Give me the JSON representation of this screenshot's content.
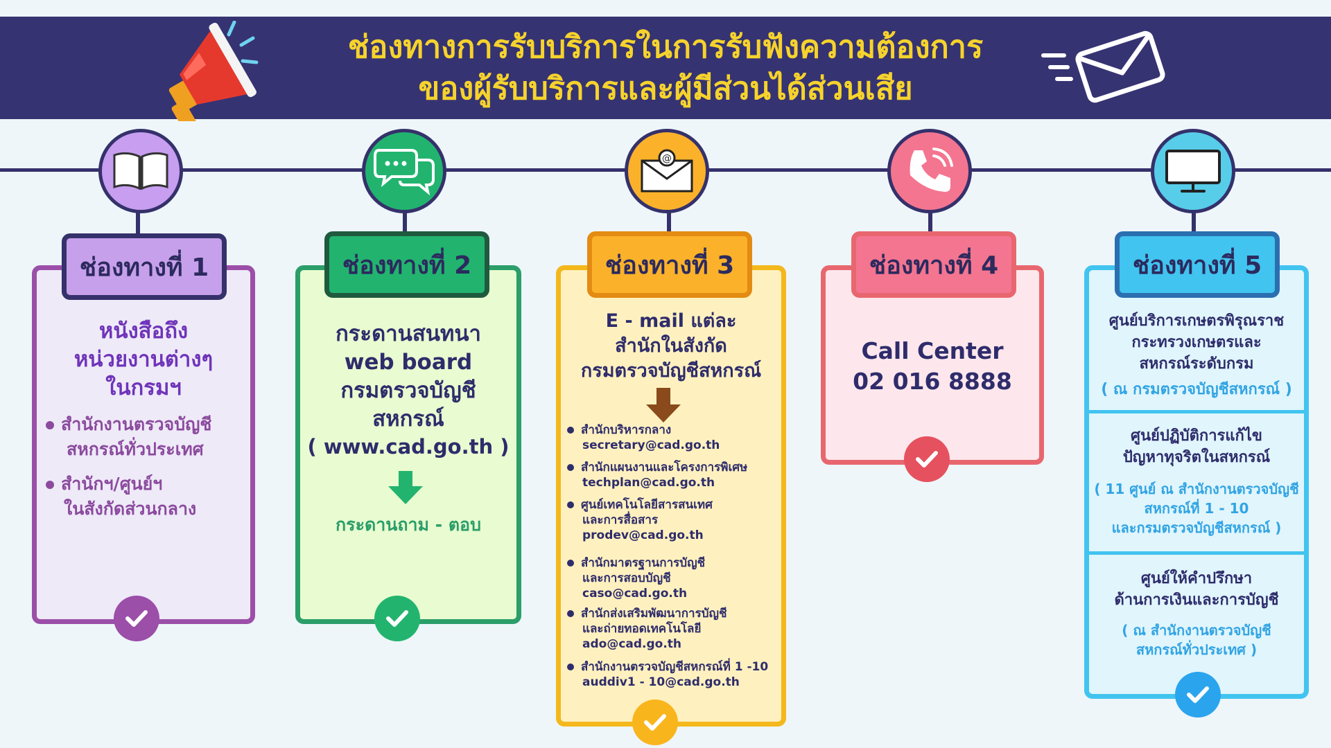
{
  "header": {
    "title_line1": "ช่องทางการรับบริการในการรับฟังความต้องการ",
    "title_line2": "ของผู้รับบริการและผู้มีส่วนได้ส่วนเสีย"
  },
  "icons": [
    "megaphone-icon",
    "envelope-icon",
    "book-icon",
    "chat-icon",
    "email-icon",
    "phone-icon",
    "monitor-icon",
    "check-icon"
  ],
  "colors": {
    "header_bg": "#363372",
    "title": "#f6d32c",
    "ch1": "#9b4fa8",
    "ch2": "#2b9e6a",
    "ch3": "#f4b81c",
    "ch4": "#e8676f",
    "ch5": "#41c4ef"
  },
  "channels": [
    {
      "label": "ช่องทางที่ 1",
      "title": [
        "หนังสือถึง",
        "หน่วยงานต่างๆ",
        "ในกรมฯ"
      ],
      "bullets": [
        [
          "สำนักงานตรวจบัญชี",
          "สหกรณ์ทั่วประเทศ"
        ],
        [
          "สำนักฯ/ศูนย์ฯ",
          "ในสังกัดส่วนกลาง"
        ]
      ]
    },
    {
      "label": "ช่องทางที่ 2",
      "lines": [
        "กระดานสนทนา",
        "web board",
        "กรมตรวจบัญชี",
        "สหกรณ์"
      ],
      "url": "( www.cad.go.th )",
      "footer": "กระดานถาม - ตอบ"
    },
    {
      "label": "ช่องทางที่ 3",
      "lines": [
        "E - mail  แต่ละ",
        "สำนักในสังกัด",
        "กรมตรวจบัญชีสหกรณ์"
      ],
      "items": [
        {
          "name": [
            "สำนักบริหารกลาง"
          ],
          "email": "secretary@cad.go.th"
        },
        {
          "name": [
            "สำนักแผนงานและโครงการพิเศษ"
          ],
          "email": "techplan@cad.go.th"
        },
        {
          "name": [
            "ศูนย์เทคโนโลยีสารสนเทศ",
            "และการสื่อสาร"
          ],
          "email": "prodev@cad.go.th"
        },
        {
          "name": [
            "สำนักมาตรฐานการบัญชี",
            "และการสอบบัญชี"
          ],
          "email": "caso@cad.go.th"
        },
        {
          "name": [
            "สำนักส่งเสริมพัฒนาการบัญชี",
            "และถ่ายทอดเทคโนโลยี"
          ],
          "email": "ado@cad.go.th"
        },
        {
          "name": [
            "สำนักงานตรวจบัญชีสหกรณ์ที่ 1 -10"
          ],
          "email": "auddiv1 - 10@cad.go.th"
        }
      ]
    },
    {
      "label": "ช่องทางที่ 4",
      "lines": [
        "Call Center",
        "02 016 8888"
      ]
    },
    {
      "label": "ช่องทางที่ 5",
      "sections": [
        {
          "lines": [
            "ศูนย์บริการเกษตรพิรุณราช",
            "กระทรวงเกษตรและ",
            "สหกรณ์ระดับกรม"
          ],
          "note": [
            "( ณ กรมตรวจบัญชีสหกรณ์ )"
          ]
        },
        {
          "lines": [
            "ศูนย์ปฏิบัติการแก้ไข",
            "ปัญหาทุจริตในสหกรณ์"
          ],
          "note": [
            "( 11 ศูนย์ ณ สำนักงานตรวจบัญชี",
            "สหกรณ์ที่ 1 - 10",
            "และกรมตรวจบัญชีสหกรณ์ )"
          ]
        },
        {
          "lines": [
            "ศูนย์ให้คำปรึกษา",
            "ด้านการเงินและการบัญชี"
          ],
          "note": [
            "( ณ สำนักงานตรวจบัญชี",
            "สหกรณ์ทั่วประเทศ )"
          ]
        }
      ]
    }
  ]
}
